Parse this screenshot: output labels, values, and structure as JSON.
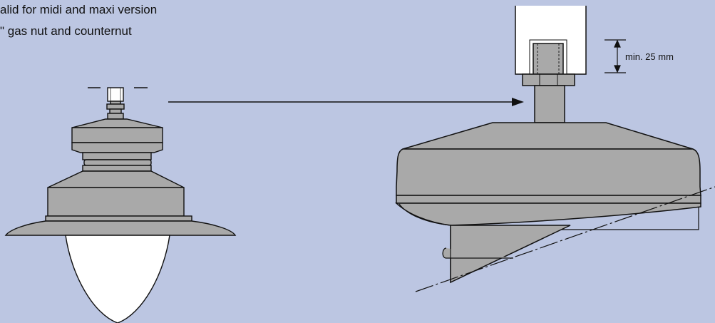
{
  "notes": {
    "line1": "alid for midi and maxi version",
    "line2": "\" gas nut and counternut"
  },
  "dimension": {
    "label": "min. 25 mm"
  },
  "colors": {
    "background": "#bcc6e2",
    "metal": "#a9a9a9",
    "glass": "#ffffff",
    "outline": "#111111",
    "mount": "#ffffff"
  }
}
